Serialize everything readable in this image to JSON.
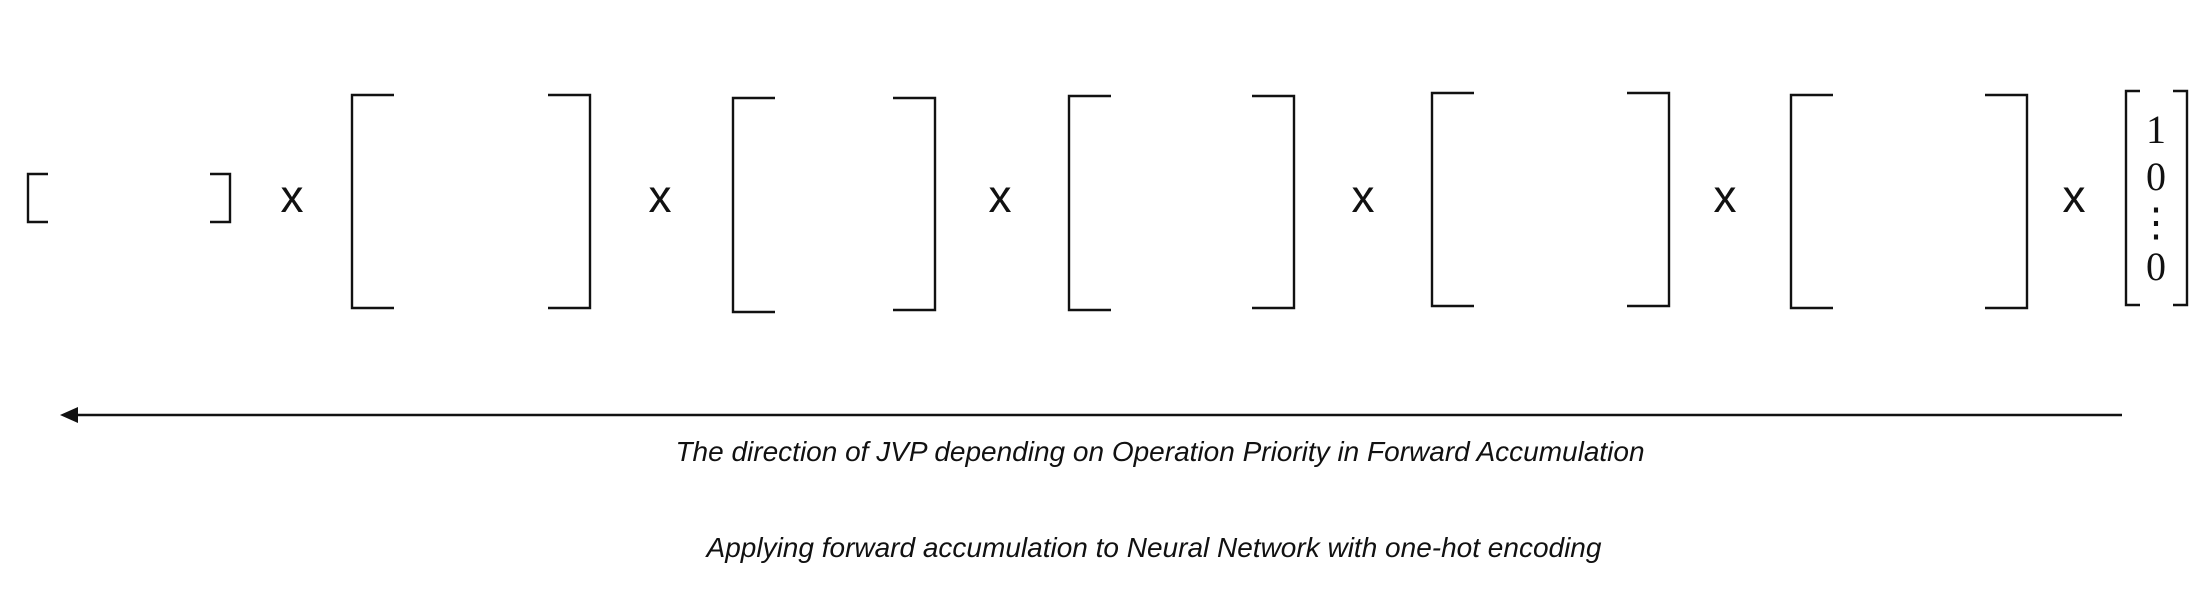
{
  "diagram": {
    "operator_symbol": "x",
    "onehot_vector": {
      "entries": [
        "1",
        "0",
        "⋮",
        "0"
      ]
    },
    "arrow_direction": "right-to-left",
    "caption_direction": "The direction of JVP depending on Operation Priority in Forward Accumulation",
    "caption_title": "Applying forward accumulation to Neural Network with one-hot encoding",
    "colors": {
      "ink": "#111111",
      "background": "#ffffff"
    }
  }
}
